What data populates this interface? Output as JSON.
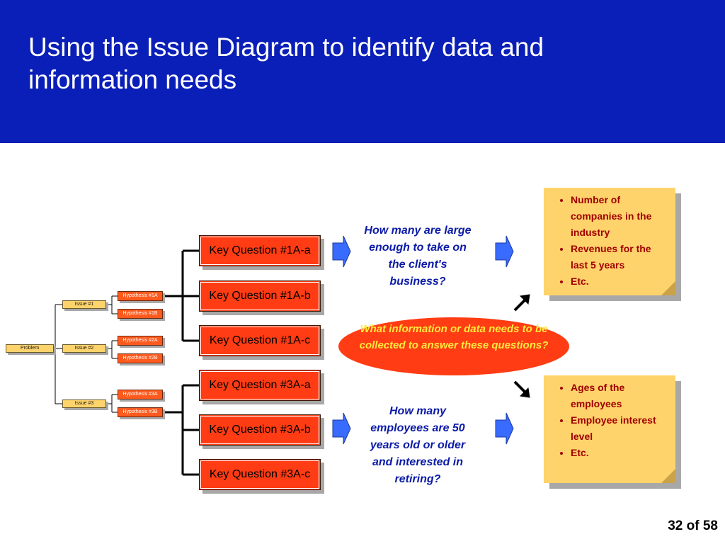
{
  "slide": {
    "title": "Using the Issue Diagram to identify data and information needs",
    "page_number": "32 of 58"
  },
  "tree": {
    "problem": "Problem",
    "issues": [
      "Issue #1",
      "Issue #2",
      "Issue #3"
    ],
    "hypotheses": [
      "Hypothesis #1A",
      "Hypothesis #1B",
      "Hypothesis #2A",
      "Hypothesis #2B",
      "Hypothesis #3A",
      "Hypothesis #3B"
    ]
  },
  "key_questions": {
    "group1": [
      "Key Question #1A-a",
      "Key Question #1A-b",
      "Key Question #1A-c"
    ],
    "group2": [
      "Key Question #3A-a",
      "Key Question #3A-b",
      "Key Question #3A-c"
    ]
  },
  "questions": {
    "top": "How many are large enough to take on the client's business?",
    "bottom": "How many employees are 50 years old or older and interested in retiring?"
  },
  "center_ellipse": "What information or data needs to be collected to answer these questions?",
  "notes": {
    "top": [
      "Number of companies in the industry",
      "Revenues for the last 5 years",
      "Etc."
    ],
    "bottom": [
      "Ages of the employees",
      "Employee interest level",
      "Etc."
    ]
  },
  "colors": {
    "header": "#0a1fb8",
    "key_question_fill": "#ff3c14",
    "note_fill": "#ffd36b",
    "question_text": "#0b1aa6",
    "arrow_blue": "#3a6bff"
  }
}
